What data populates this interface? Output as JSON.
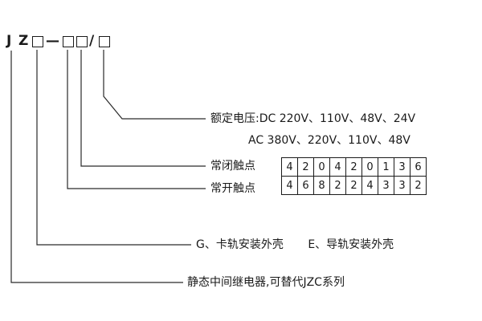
{
  "model_code": {
    "letter_j": "J",
    "letter_z": "Z",
    "dash": "—",
    "slash": "/"
  },
  "callouts": {
    "rated_voltage_dc": "额定电压:DC 220V、110V、48V、24V",
    "rated_voltage_ac": "AC 380V、220V、110V、48V",
    "nc_contacts": "常闭触点",
    "no_contacts": "常开触点",
    "shell_g": "G、卡轨安装外壳",
    "shell_e": "E、导轨安装外壳",
    "series": "静态中间继电器,可替代JZC系列"
  },
  "contact_table": {
    "closed": [
      "4",
      "2",
      "0",
      "4",
      "2",
      "0",
      "1",
      "3",
      "6"
    ],
    "open": [
      "4",
      "6",
      "8",
      "2",
      "2",
      "4",
      "3",
      "3",
      "2"
    ]
  }
}
